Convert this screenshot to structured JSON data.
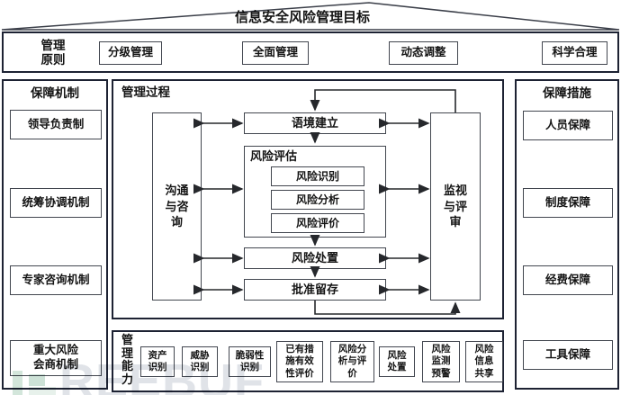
{
  "title": "信息安全风险管理目标",
  "principles": {
    "label": "管理\n原则",
    "items": [
      "分级管理",
      "全面管理",
      "动态调整",
      "科学合理"
    ]
  },
  "left_column": {
    "header": "保障机制",
    "items": [
      "领导负责制",
      "统筹协调机制",
      "专家咨询机制",
      "重大风险\n会商机制"
    ]
  },
  "right_column": {
    "header": "保障措施",
    "items": [
      "人员保障",
      "制度保障",
      "经费保障",
      "工具保障"
    ]
  },
  "process": {
    "header": "管理过程",
    "communication": "沟通\n与咨\n询",
    "monitor": "监视\n与评\n审",
    "context": "语境建立",
    "assessment": {
      "label": "风险评估",
      "items": [
        "风险识别",
        "风险分析",
        "风险评价"
      ]
    },
    "treatment": "风险处置",
    "approval": "批准留存"
  },
  "capability": {
    "label": "管\n理\n能\n力",
    "items": [
      "资产\n识别",
      "威胁\n识别",
      "脆弱性\n识别",
      "已有措\n施有效\n性评价",
      "风险分\n析与评\n价",
      "风险\n处置",
      "风险\n监测\n预警",
      "风险\n信息\n共享"
    ]
  },
  "watermark": {
    "text": "REEBUF"
  },
  "colors": {
    "outer_border": "#1d2233",
    "inner_border": "#42464f",
    "arrow_line": "#26282c",
    "watermark_gray": "#e0e3e8",
    "watermark_teal": "#cde2d7",
    "watermark_teal_light": "#e7f1eb"
  }
}
